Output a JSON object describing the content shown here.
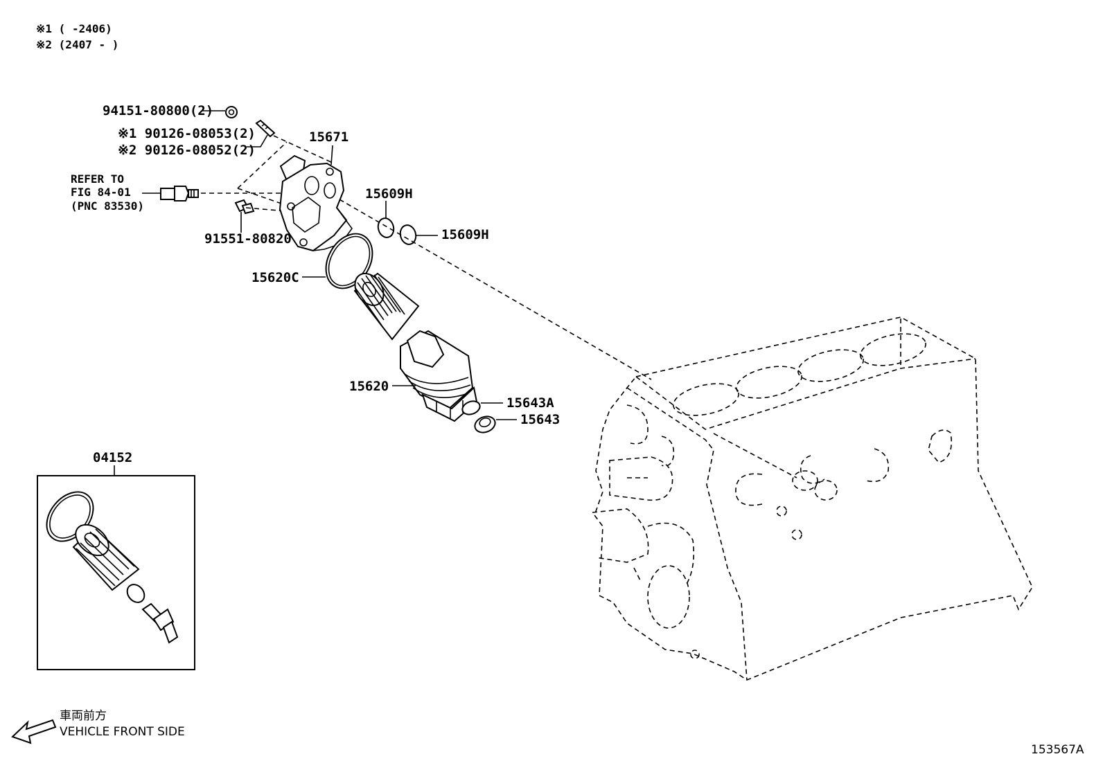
{
  "notes": {
    "n1": "※1 (     -2406)",
    "n2": "※2 (2407 -     )"
  },
  "parts": {
    "p94151": "94151-80800(2)",
    "p90126a": "※1 90126-08053(2)",
    "p90126b": "※2 90126-08052(2)",
    "refer1": "REFER TO",
    "refer2": "FIG 84-01",
    "refer3": "(PNC 83530)",
    "p91551": "91551-80820",
    "p15671": "15671",
    "p15609h_top": "15609H",
    "p15609h_right": "15609H",
    "p15620c": "15620C",
    "p15620": "15620",
    "p15643a": "15643A",
    "p15643": "15643",
    "p04152": "04152"
  },
  "footer": {
    "front_jp": "車両前方",
    "front_en": "VEHICLE FRONT SIDE",
    "figure_id": "153567A"
  }
}
